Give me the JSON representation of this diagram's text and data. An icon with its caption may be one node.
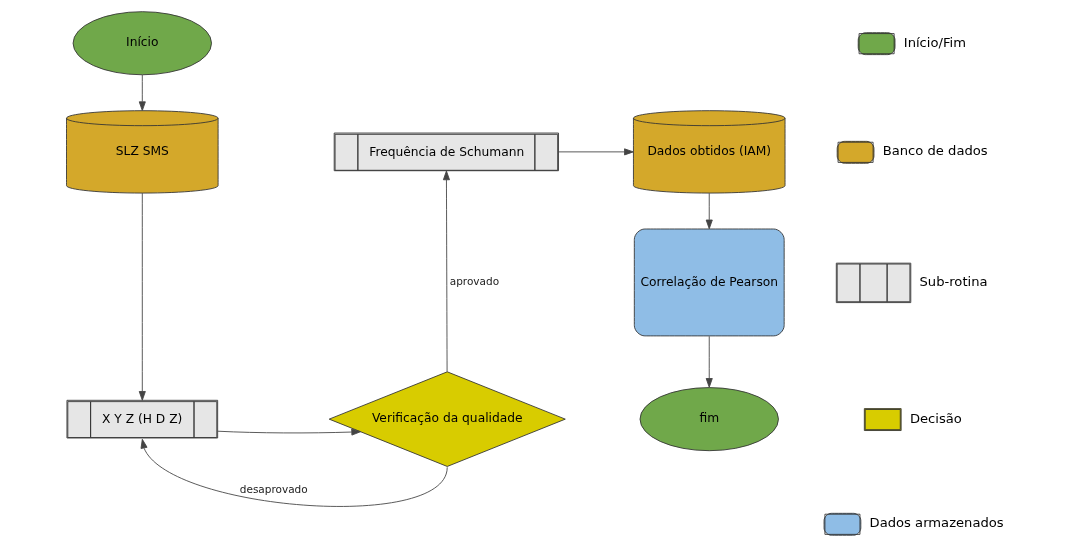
{
  "diagram": {
    "nodes": [
      {
        "text": [
          "Início"
        ]
      },
      {
        "text": [
          "SLZ SMS"
        ]
      },
      {
        "text": [
          "X Y Z (H D Z)"
        ]
      },
      {
        "text": [
          "Verificação da qualidade"
        ]
      },
      {
        "text": [
          "Frequência de Schumann"
        ]
      },
      {
        "text": [
          "Dados obtidos (IAM)"
        ]
      },
      {
        "text": [
          "Correlação de Pearson"
        ]
      },
      {
        "text": [
          "fim"
        ]
      }
    ],
    "edges": [
      {
        "from": 0,
        "to": 1,
        "arrow": "to"
      },
      {
        "from": 1,
        "to": 2,
        "arrow": "to"
      },
      {
        "from": 2,
        "to": 3,
        "arrow": "to"
      },
      {
        "from": 3,
        "to": 4,
        "arrow": "to",
        "label": "aprovado"
      },
      {
        "from": 4,
        "to": 5,
        "arrow": "to"
      },
      {
        "from": 5,
        "to": 6,
        "arrow": "to"
      },
      {
        "from": 6,
        "to": 7,
        "arrow": "to"
      },
      {
        "from": 3,
        "to": 2,
        "arrow": "to",
        "label": "desaprovado"
      }
    ],
    "legend": [
      {
        "text": "Início/Fim"
      },
      {
        "text": "Banco de dados"
      },
      {
        "text": "Sub-rotina"
      },
      {
        "text": "Decisão"
      },
      {
        "text": "Dados armazenados"
      }
    ]
  }
}
